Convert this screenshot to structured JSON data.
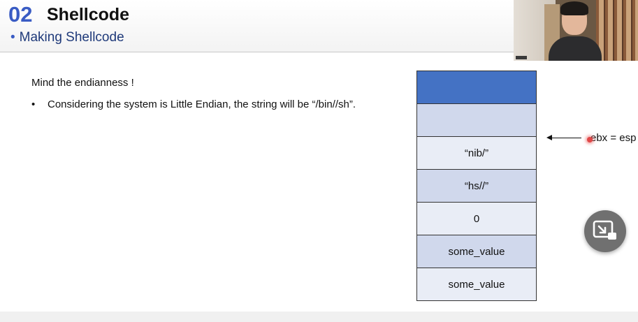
{
  "slide": {
    "section_number": "02",
    "section_title": "Shellcode",
    "subtitle": "Making Shellcode",
    "note": "Mind the endianness !",
    "bullet": "Considering the system is Little Endian, the string will be “/bin//sh”."
  },
  "stack": {
    "cells": [
      {
        "label": "",
        "fill": "#4472c4"
      },
      {
        "label": "",
        "fill": "#d0d8ec"
      },
      {
        "label": "“nib/”",
        "fill": "#e9edf6"
      },
      {
        "label": "“hs//”",
        "fill": "#d0d8ec"
      },
      {
        "label": "0",
        "fill": "#e9edf6"
      },
      {
        "label": "some_value",
        "fill": "#d0d8ec"
      },
      {
        "label": "some_value",
        "fill": "#e9edf6"
      }
    ],
    "pointer_label": "ebx = esp"
  },
  "icons": {
    "bullet": "bullet-dot-icon",
    "pointer": "left-arrow-icon",
    "pip": "picture-in-picture-icon"
  },
  "colors": {
    "accent": "#3a5cc4",
    "subtitle": "#1f3a7a",
    "stack_dark": "#4472c4",
    "stack_mid": "#d0d8ec",
    "stack_light": "#e9edf6",
    "pip_button": "#707070"
  }
}
